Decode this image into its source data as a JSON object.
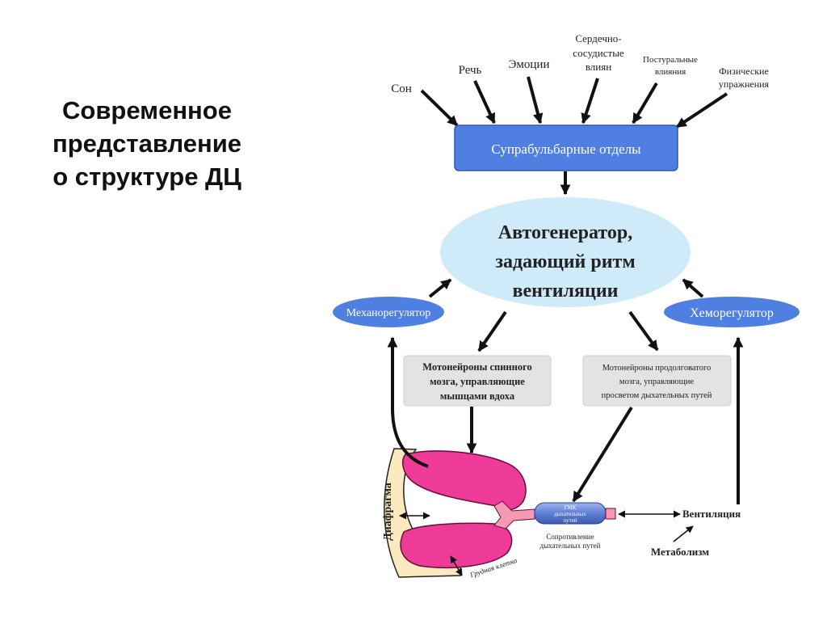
{
  "slide": {
    "title_lines": [
      "Современное",
      "представление",
      "о структуре ДЦ"
    ]
  },
  "diagram": {
    "inputs": {
      "sleep": "Сон",
      "speech": "Речь",
      "emotions": "Эмоции",
      "cardio": [
        "Сердечно-",
        "сосудистые",
        "влиян"
      ],
      "postural": [
        "Постуральные",
        "влияния"
      ],
      "exercise": [
        "Физические",
        "упражнения"
      ]
    },
    "suprabulbar": "Супрабульбарные отделы",
    "autogenerator": [
      "Автогенератор,",
      "задающий ритм",
      "вентиляции"
    ],
    "mechanoregulator": "Механорегулятор",
    "chemoregulator": "Хеморегулятор",
    "spinal_motoneurons": [
      "Мотонейроны спинного",
      "мозга, управляющие",
      "мышцами вдоха"
    ],
    "medulla_motoneurons": [
      "Мотонейроны продолговатого",
      "мозга, управляющие",
      "просветом дыхательных путей"
    ],
    "diaphragm": "Диафрагма",
    "chest": "Грудная клетка",
    "smooth_muscle": [
      "ГМК",
      "дыхательных",
      "путей"
    ],
    "airway_resistance": [
      "Сопротивление",
      "дыхательных путей"
    ],
    "ventilation": "Вентиляция",
    "metabolism": "Метаболизм",
    "colors": {
      "blue_box": "#4f7fe0",
      "light_ellipse": "#cfeaf8",
      "gray_box": "#e3e3e3",
      "lung_pink": "#ee3b97",
      "chest_fill": "#fbe9c0"
    }
  }
}
